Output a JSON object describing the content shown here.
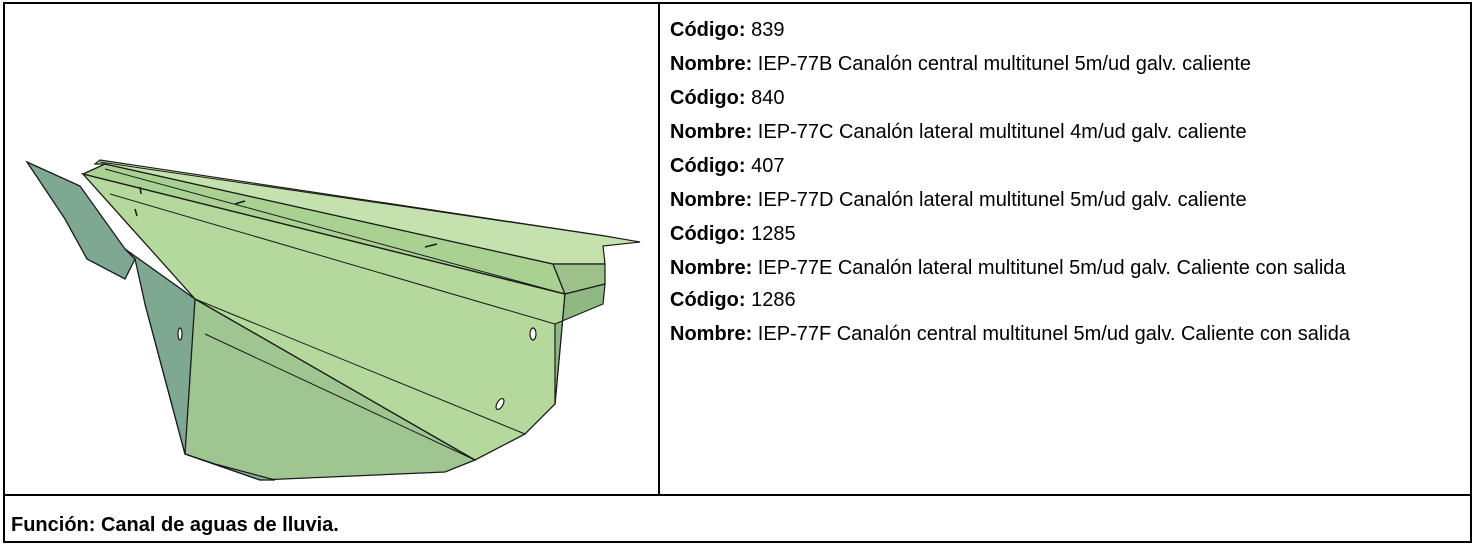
{
  "image": {
    "description_icon": "galvanized-gutter-channel",
    "colors": {
      "face_light": "#b8d9a0",
      "face_mid": "#9dc48c",
      "face_dark": "#7fa892",
      "edge": "#1a1a1a"
    }
  },
  "products": [
    {
      "codigo_label": "Código:",
      "codigo": "839",
      "nombre_label": "Nombre:",
      "nombre": "IEP-77B Canalón central multitunel 5m/ud galv. caliente"
    },
    {
      "codigo_label": "Código:",
      "codigo": "840",
      "nombre_label": "Nombre:",
      "nombre": "IEP-77C Canalón lateral multitunel 4m/ud galv. caliente"
    },
    {
      "codigo_label": "Código:",
      "codigo": "407",
      "nombre_label": "Nombre:",
      "nombre": "IEP-77D Canalón lateral multitunel 5m/ud galv. caliente"
    },
    {
      "codigo_label": "Código:",
      "codigo": "1285",
      "nombre_label": "Nombre:",
      "nombre": "IEP-77E Canalón lateral multitunel 5m/ud galv. Caliente con salida"
    },
    {
      "codigo_label": "Código:",
      "codigo": "1286",
      "nombre_label": "Nombre:",
      "nombre": "IEP-77F Canalón central multitunel 5m/ud galv. Caliente con salida"
    }
  ],
  "function": {
    "text": "Función: Canal de aguas de lluvia."
  }
}
